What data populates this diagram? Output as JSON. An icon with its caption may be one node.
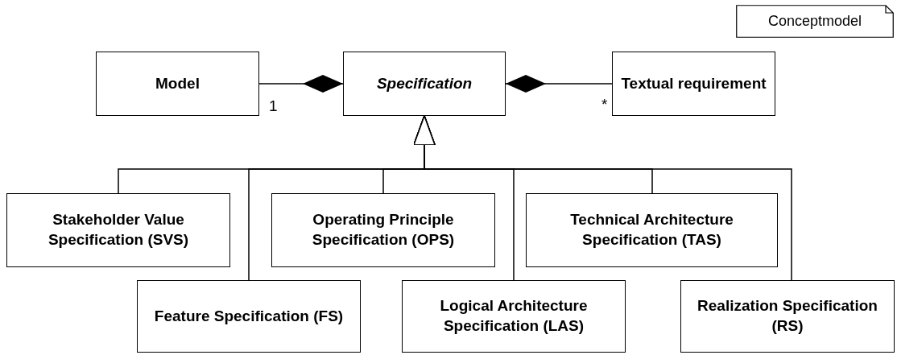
{
  "diagram": {
    "nodes": [
      {
        "text": [
          "Conceptmodel"
        ]
      },
      {
        "text": [
          "Model"
        ]
      },
      {
        "text": [
          "Specification"
        ]
      },
      {
        "text": [
          "Textual requirement"
        ]
      },
      {
        "text": [
          "Stakeholder Value Specification (SVS)"
        ]
      },
      {
        "text": [
          "Operating Principle Specification (OPS)"
        ]
      },
      {
        "text": [
          "Technical Architecture Specification (TAS)"
        ]
      },
      {
        "text": [
          "Feature Specification (FS)"
        ]
      },
      {
        "text": [
          "Logical Architecture Specification (LAS)"
        ]
      },
      {
        "text": [
          "Realization Specification (RS)"
        ]
      }
    ],
    "edges": [
      {
        "from": 1,
        "to": 2,
        "arrow": "other"
      },
      {
        "from": 3,
        "to": 2,
        "arrow": "other"
      },
      {
        "from": 4,
        "to": 2,
        "arrow": "to"
      },
      {
        "from": 7,
        "to": 2,
        "arrow": "to"
      },
      {
        "from": 5,
        "to": 2,
        "arrow": "to"
      },
      {
        "from": 8,
        "to": 2,
        "arrow": "to"
      },
      {
        "from": 6,
        "to": 2,
        "arrow": "to"
      },
      {
        "from": 9,
        "to": 2,
        "arrow": "to"
      }
    ],
    "labels": [
      "1",
      "*"
    ]
  }
}
